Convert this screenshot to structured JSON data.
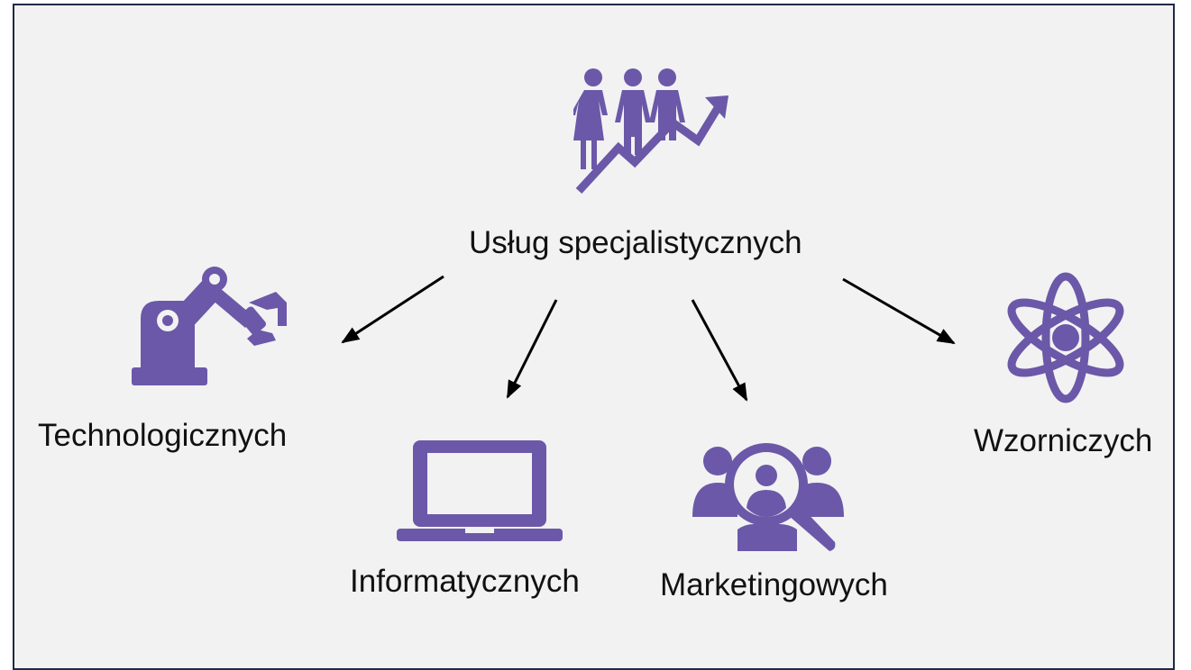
{
  "diagram": {
    "colors": {
      "icon": "#6b58a8",
      "arrow": "#000000",
      "background": "#f2f2f2",
      "frame": "#1f2a44"
    },
    "center": {
      "label": "Usług specjalistycznych",
      "icon": "people-growth-icon"
    },
    "nodes": [
      {
        "label": "Technologicznych",
        "icon": "robot-arm-icon"
      },
      {
        "label": "Informatycznych",
        "icon": "laptop-icon"
      },
      {
        "label": "Marketingowych",
        "icon": "audience-search-icon"
      },
      {
        "label": "Wzorniczych",
        "icon": "atom-icon"
      }
    ]
  }
}
